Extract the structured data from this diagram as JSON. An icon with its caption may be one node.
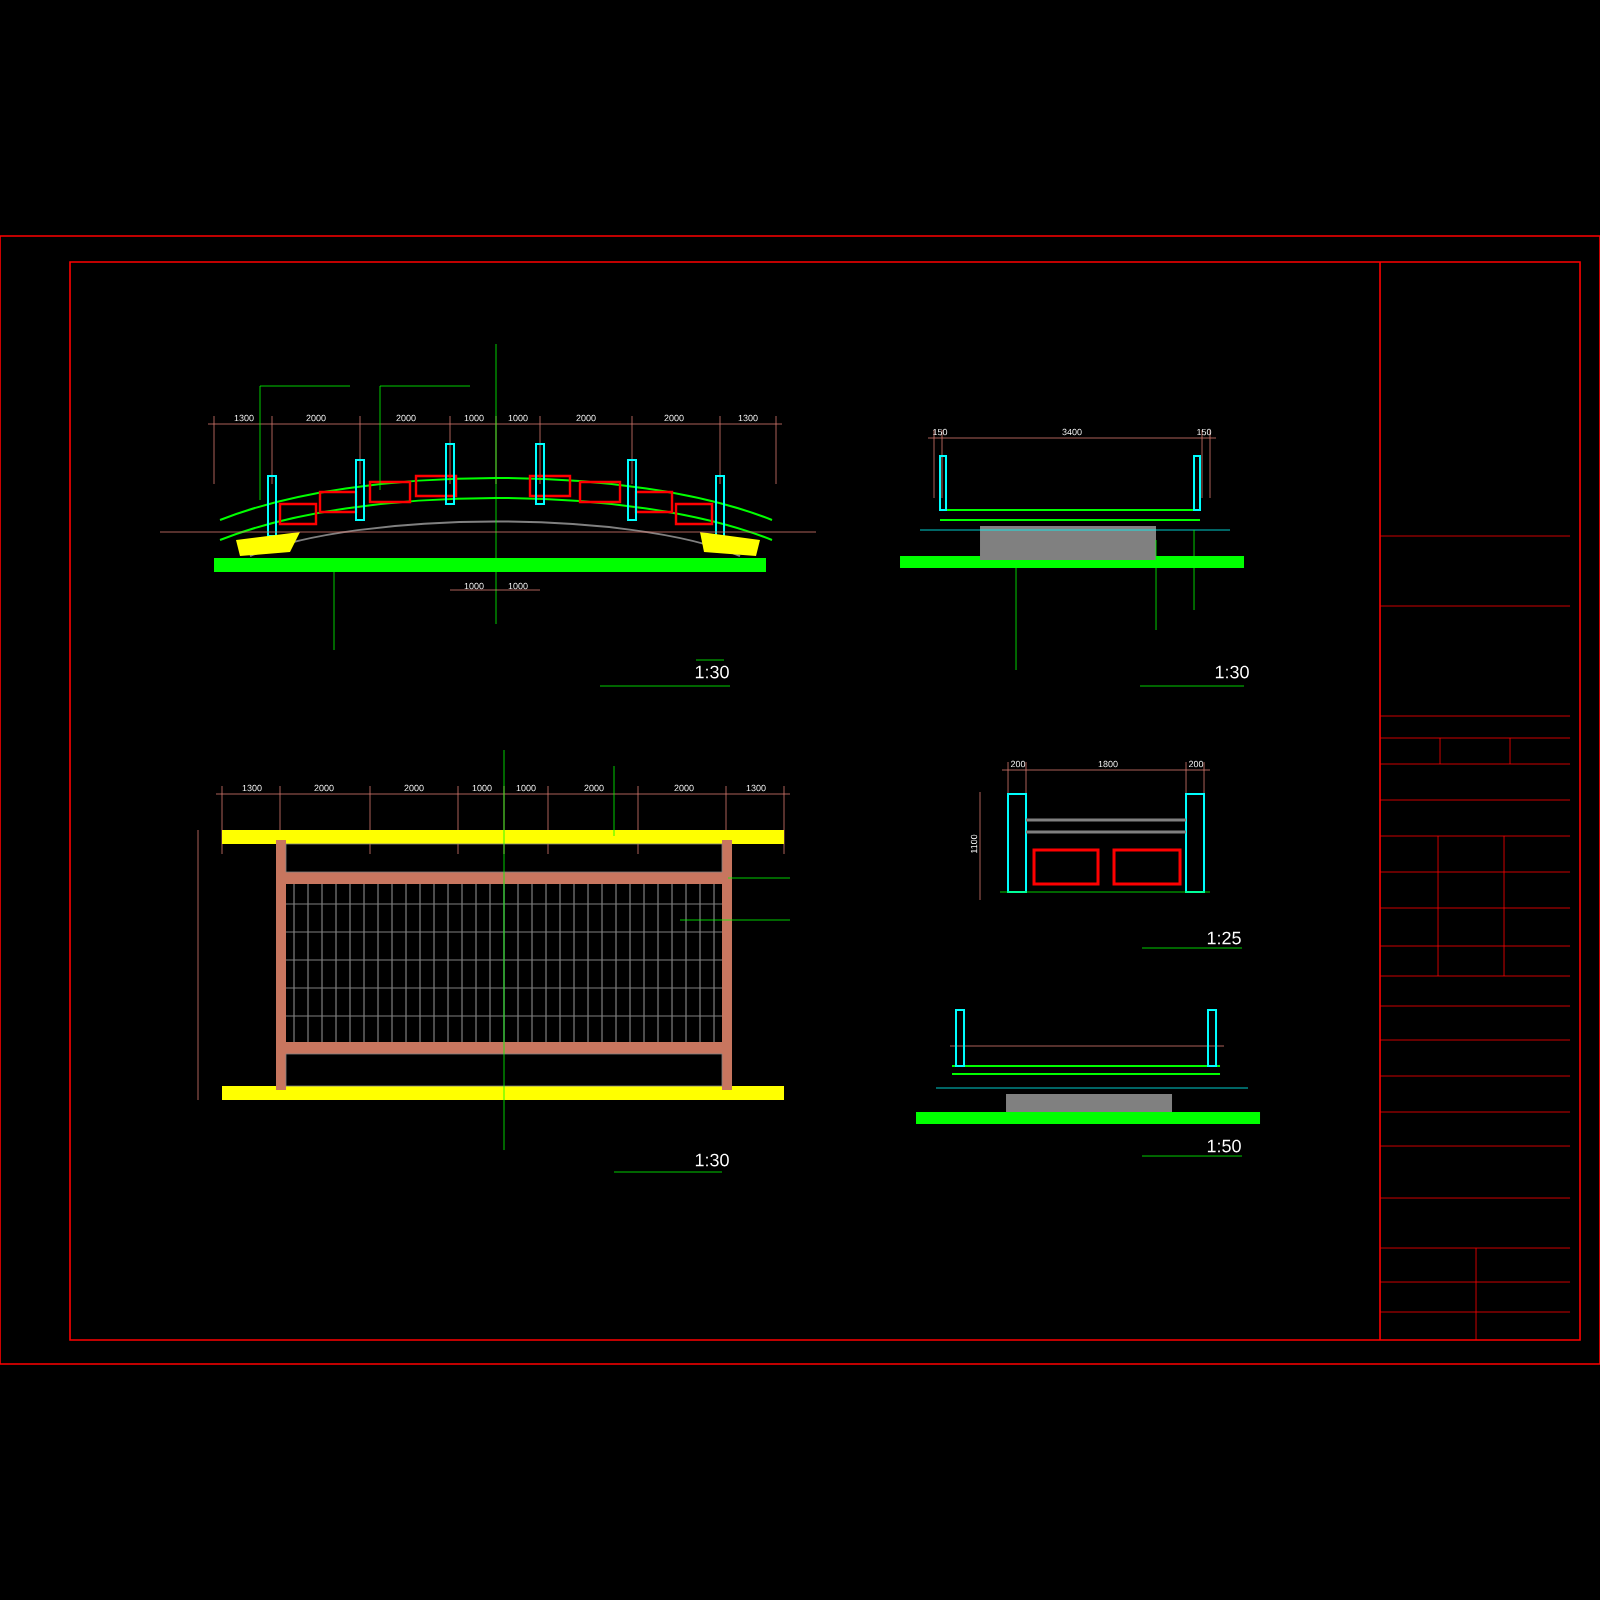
{
  "diagram": {
    "labels": [
      "1300",
      "2000",
      "2000",
      "1000",
      "1000",
      "2000",
      "2000",
      "1300",
      "1000",
      "1000",
      "1:30",
      "150",
      "3400",
      "150",
      "1:30",
      "1300",
      "2000",
      "2000",
      "1000",
      "1000",
      "2000",
      "2000",
      "1300",
      "1:30",
      "200",
      "1800",
      "200",
      "1100",
      "1:25",
      "1:50"
    ]
  }
}
